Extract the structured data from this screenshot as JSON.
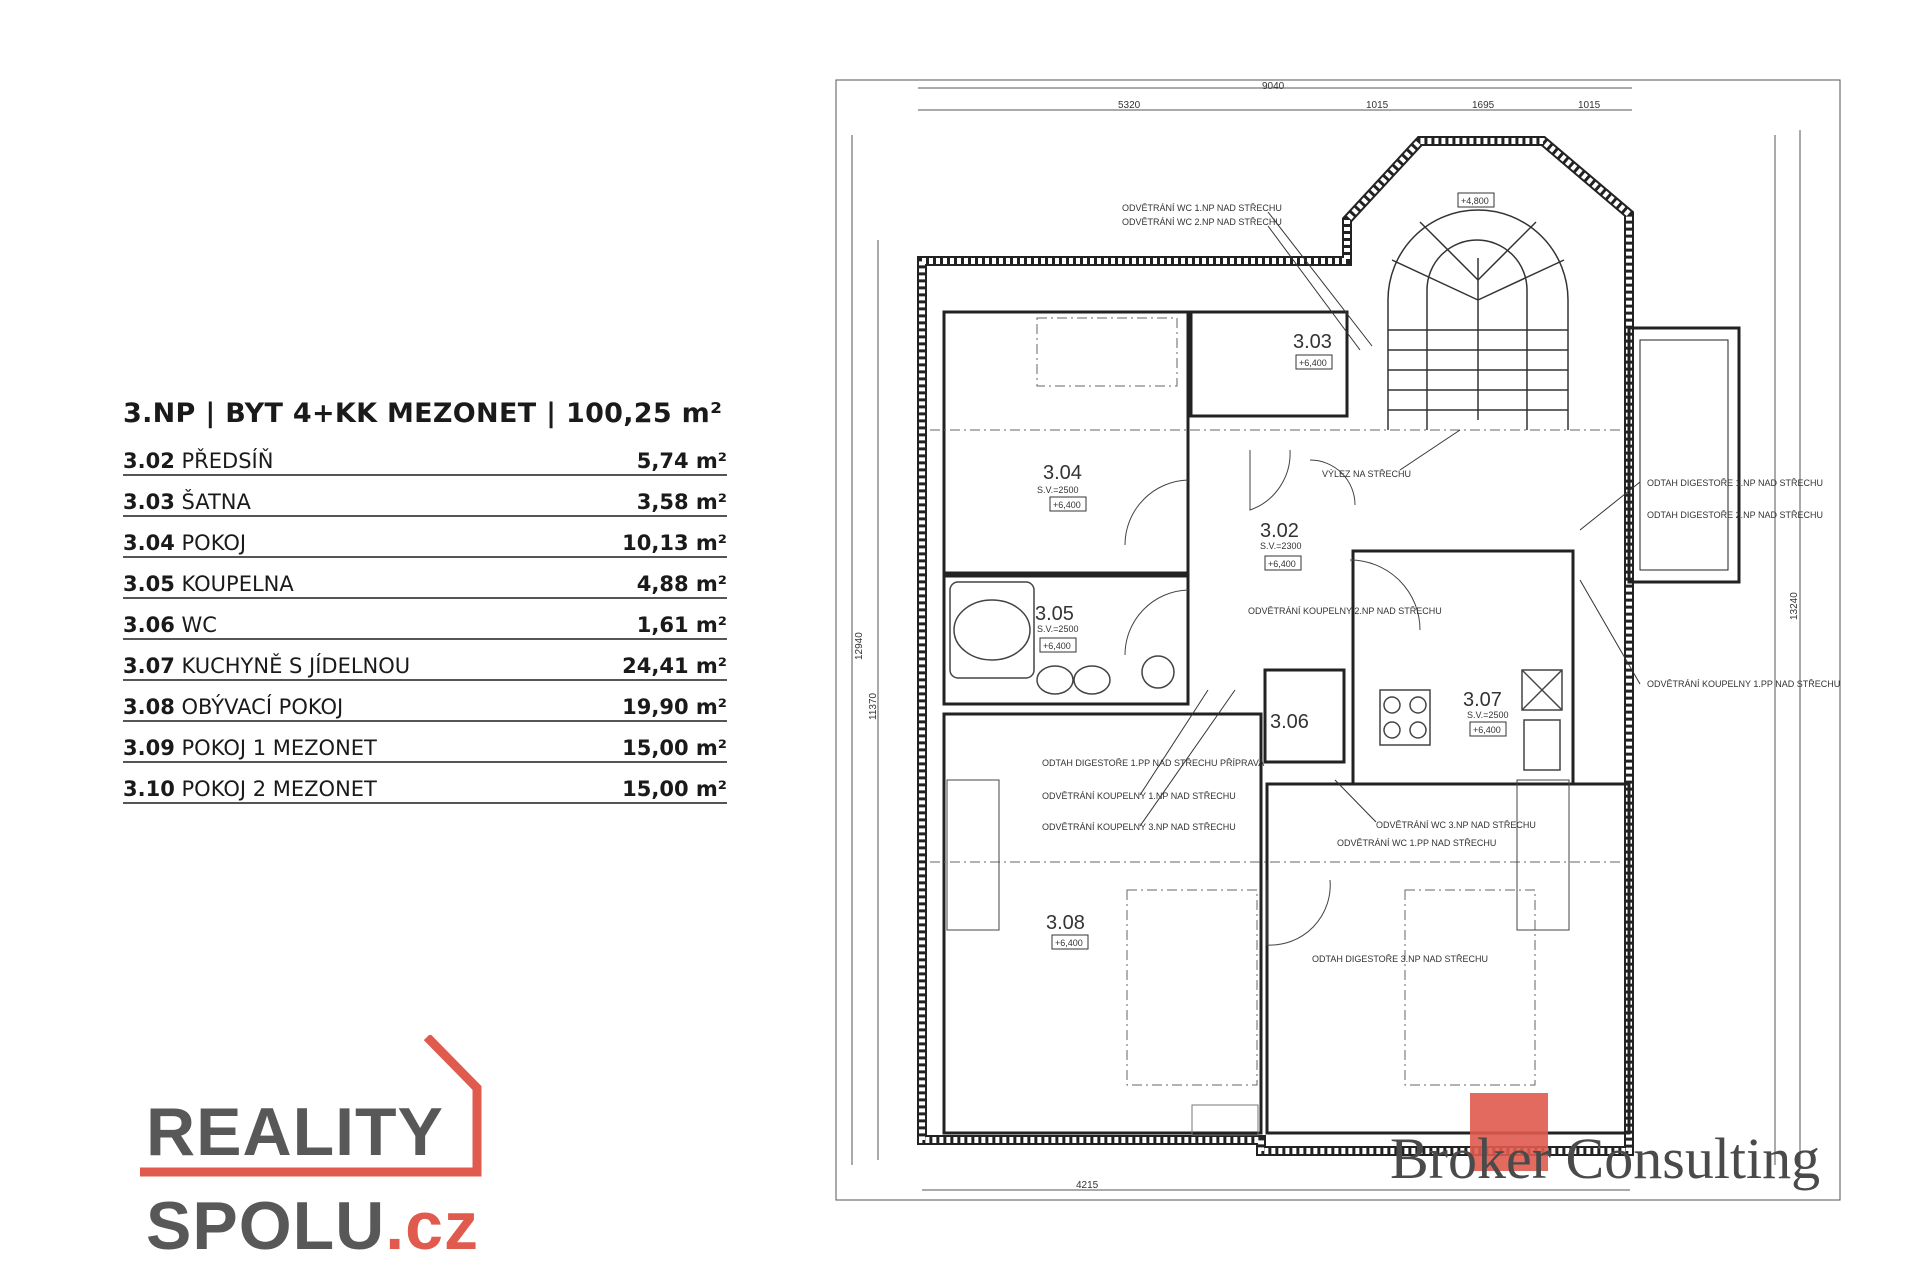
{
  "summary": {
    "title": "3.NP | BYT 4+KK MEZONET | 100,25 m²",
    "rooms": [
      {
        "code": "3.02",
        "name": "PŘEDSÍŇ",
        "area": "5,74 m²"
      },
      {
        "code": "3.03",
        "name": "ŠATNA",
        "area": "3,58 m²"
      },
      {
        "code": "3.04",
        "name": "POKOJ",
        "area": "10,13 m²"
      },
      {
        "code": "3.05",
        "name": "KOUPELNA",
        "area": "4,88 m²"
      },
      {
        "code": "3.06",
        "name": "WC",
        "area": "1,61 m²"
      },
      {
        "code": "3.07",
        "name": "KUCHYNĚ S JÍDELNOU",
        "area": "24,41 m²"
      },
      {
        "code": "3.08",
        "name": "OBÝVACÍ POKOJ",
        "area": "19,90 m²"
      },
      {
        "code": "3.09",
        "name": "POKOJ 1 MEZONET",
        "area": "15,00 m²"
      },
      {
        "code": "3.10",
        "name": "POKOJ 2 MEZONET",
        "area": "15,00 m²"
      }
    ]
  },
  "plan": {
    "room_labels": {
      "r303": "3.03",
      "r304": "3.04",
      "r302": "3.02",
      "r305": "3.05",
      "r306": "3.06",
      "r307": "3.07",
      "r308": "3.08"
    },
    "levels": {
      "stair": "+4,800",
      "floor": "+6,400"
    },
    "heights": {
      "r302": "S.V.=2300",
      "std": "S.V.=2500"
    },
    "dimensions": {
      "total": "9040",
      "d1": "5320",
      "d2": "1015",
      "d3": "1695",
      "d4": "1015",
      "bottom": "4215",
      "left": "12940",
      "left2": "11370",
      "right": "13240"
    },
    "notes": {
      "n1": "ODVĚTRÁNÍ WC 1.NP NAD STŘECHU",
      "n2": "ODVĚTRÁNÍ WC 2.NP NAD STŘECHU",
      "n3": "VÝLEZ NA STŘECHU",
      "n4": "ODVĚTRÁNÍ KOUPELNY 2.NP NAD STŘECHU",
      "n5": "ODTAH DIGESTOŘE 1.PP NAD STŘECHU PŘÍPRAVA",
      "n6": "ODVĚTRÁNÍ KOUPELNY 1.NP NAD STŘECHU",
      "n7": "ODVĚTRÁNÍ KOUPELNY 3.NP NAD STŘECHU",
      "n8": "ODVĚTRÁNÍ WC 3.NP NAD STŘECHU",
      "n9": "ODVĚTRÁNÍ WC 1.PP NAD STŘECHU",
      "n10": "ODTAH DIGESTOŘE 3.NP NAD STŘECHU",
      "n11": "ODTAH DIGESTOŘE 1.NP NAD STŘECHU",
      "n12": "ODTAH DIGESTOŘE 2.NP NAD STŘECHU",
      "n13": "ODVĚTRÁNÍ KOUPELNY 1.PP NAD STŘECHU"
    }
  },
  "logos": {
    "reality_top": "REALITY",
    "reality_bottom": "SPOLU",
    "reality_tld": ".cz",
    "broker": "Broker Consulting"
  },
  "colors": {
    "accent": "#e05a4e",
    "logo_gray": "#585858",
    "line": "#333333"
  }
}
